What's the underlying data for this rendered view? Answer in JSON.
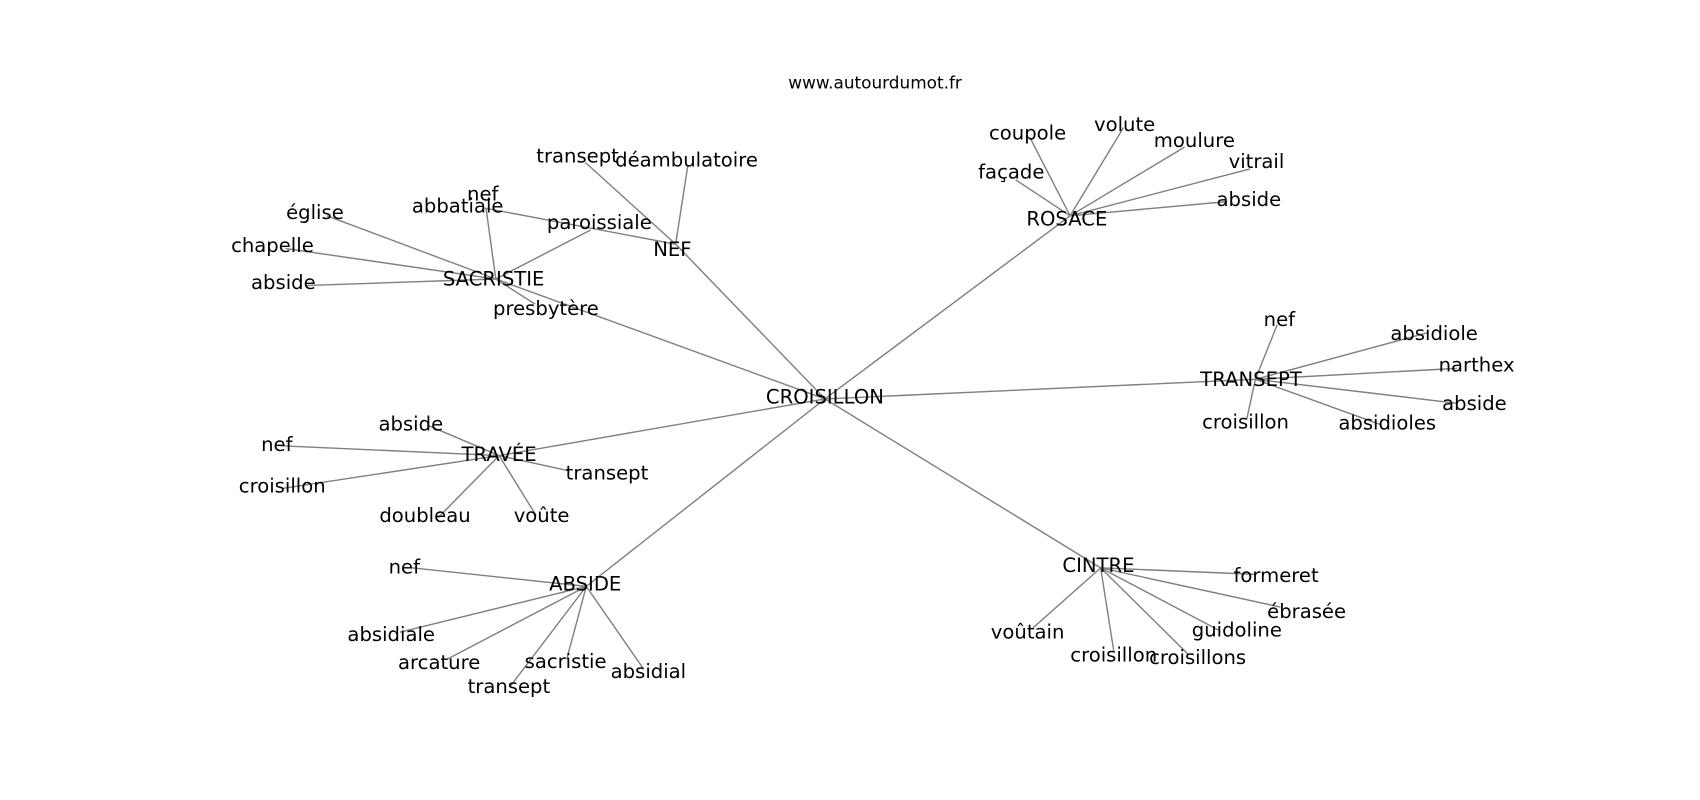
{
  "title": "www.autourdumot.fr",
  "diagram": {
    "type": "word-association-graph",
    "center": "CROISILLON",
    "colors": {
      "edge": "#808080",
      "text": "#000000",
      "background": "#ffffff"
    },
    "nodes": [
      {
        "id": "croisillon_c",
        "label": "CROISILLON"
      },
      {
        "id": "nef_h",
        "label": "NEF"
      },
      {
        "id": "rosace_h",
        "label": "ROSACE"
      },
      {
        "id": "sacristie_h",
        "label": "SACRISTIE"
      },
      {
        "id": "transept_h",
        "label": "TRANSEPT"
      },
      {
        "id": "travee_h",
        "label": "TRAVÉE"
      },
      {
        "id": "abside_h",
        "label": "ABSIDE"
      },
      {
        "id": "cintre_h",
        "label": "CINTRE"
      },
      {
        "id": "nef_transept",
        "label": "transept"
      },
      {
        "id": "nef_deambulatoire",
        "label": "déambulatoire"
      },
      {
        "id": "nef_abbatiale",
        "label": "abbatiale"
      },
      {
        "id": "sac_nef",
        "label": "nef"
      },
      {
        "id": "sac_paroissiale",
        "label": "paroissiale"
      },
      {
        "id": "sac_eglise",
        "label": "église"
      },
      {
        "id": "sac_chapelle",
        "label": "chapelle"
      },
      {
        "id": "sac_abside",
        "label": "abside"
      },
      {
        "id": "sac_presbytere",
        "label": "presbytère"
      },
      {
        "id": "ros_coupole",
        "label": "coupole"
      },
      {
        "id": "ros_volute",
        "label": "volute"
      },
      {
        "id": "ros_moulure",
        "label": "moulure"
      },
      {
        "id": "ros_facade",
        "label": "façade"
      },
      {
        "id": "ros_vitrail",
        "label": "vitrail"
      },
      {
        "id": "ros_abside",
        "label": "abside"
      },
      {
        "id": "tra_nef",
        "label": "nef"
      },
      {
        "id": "tra_absidiole",
        "label": "absidiole"
      },
      {
        "id": "tra_narthex",
        "label": "narthex"
      },
      {
        "id": "tra_abside",
        "label": "abside"
      },
      {
        "id": "tra_croisillon",
        "label": "croisillon"
      },
      {
        "id": "tra_absidioles",
        "label": "absidioles"
      },
      {
        "id": "trv_abside",
        "label": "abside"
      },
      {
        "id": "trv_nef",
        "label": "nef"
      },
      {
        "id": "trv_croisillon",
        "label": "croisillon"
      },
      {
        "id": "trv_transept",
        "label": "transept"
      },
      {
        "id": "trv_doubleau",
        "label": "doubleau"
      },
      {
        "id": "trv_voute",
        "label": "voûte"
      },
      {
        "id": "abs_nef",
        "label": "nef"
      },
      {
        "id": "abs_absidiale",
        "label": "absidiale"
      },
      {
        "id": "abs_arcature",
        "label": "arcature"
      },
      {
        "id": "abs_sacristie",
        "label": "sacristie"
      },
      {
        "id": "abs_transept",
        "label": "transept"
      },
      {
        "id": "abs_absidial",
        "label": "absidial"
      },
      {
        "id": "cin_formeret",
        "label": "formeret"
      },
      {
        "id": "cin_ebrasee",
        "label": "ébrasée"
      },
      {
        "id": "cin_guidoline",
        "label": "guidoline"
      },
      {
        "id": "cin_voutain",
        "label": "voûtain"
      },
      {
        "id": "cin_croisillon",
        "label": "croisillon"
      },
      {
        "id": "cin_croisillons",
        "label": "croisillons"
      }
    ],
    "edges": [
      [
        "croisillon_c",
        "nef_h"
      ],
      [
        "croisillon_c",
        "rosace_h"
      ],
      [
        "croisillon_c",
        "sacristie_h"
      ],
      [
        "croisillon_c",
        "transept_h"
      ],
      [
        "croisillon_c",
        "travee_h"
      ],
      [
        "croisillon_c",
        "abside_h"
      ],
      [
        "croisillon_c",
        "cintre_h"
      ],
      [
        "nef_h",
        "nef_transept"
      ],
      [
        "nef_h",
        "nef_deambulatoire"
      ],
      [
        "nef_h",
        "nef_abbatiale"
      ],
      [
        "sacristie_h",
        "sac_nef"
      ],
      [
        "sacristie_h",
        "sac_paroissiale"
      ],
      [
        "sacristie_h",
        "sac_eglise"
      ],
      [
        "sacristie_h",
        "sac_chapelle"
      ],
      [
        "sacristie_h",
        "sac_abside"
      ],
      [
        "sacristie_h",
        "sac_presbytere"
      ],
      [
        "rosace_h",
        "ros_coupole"
      ],
      [
        "rosace_h",
        "ros_volute"
      ],
      [
        "rosace_h",
        "ros_moulure"
      ],
      [
        "rosace_h",
        "ros_facade"
      ],
      [
        "rosace_h",
        "ros_vitrail"
      ],
      [
        "rosace_h",
        "ros_abside"
      ],
      [
        "transept_h",
        "tra_nef"
      ],
      [
        "transept_h",
        "tra_absidiole"
      ],
      [
        "transept_h",
        "tra_narthex"
      ],
      [
        "transept_h",
        "tra_abside"
      ],
      [
        "transept_h",
        "tra_croisillon"
      ],
      [
        "transept_h",
        "tra_absidioles"
      ],
      [
        "travee_h",
        "trv_abside"
      ],
      [
        "travee_h",
        "trv_nef"
      ],
      [
        "travee_h",
        "trv_croisillon"
      ],
      [
        "travee_h",
        "trv_transept"
      ],
      [
        "travee_h",
        "trv_doubleau"
      ],
      [
        "travee_h",
        "trv_voute"
      ],
      [
        "abside_h",
        "abs_nef"
      ],
      [
        "abside_h",
        "abs_absidiale"
      ],
      [
        "abside_h",
        "abs_arcature"
      ],
      [
        "abside_h",
        "abs_sacristie"
      ],
      [
        "abside_h",
        "abs_transept"
      ],
      [
        "abside_h",
        "abs_absidial"
      ],
      [
        "cintre_h",
        "cin_formeret"
      ],
      [
        "cintre_h",
        "cin_ebrasee"
      ],
      [
        "cintre_h",
        "cin_guidoline"
      ],
      [
        "cintre_h",
        "cin_voutain"
      ],
      [
        "cintre_h",
        "cin_croisillon"
      ],
      [
        "cintre_h",
        "cin_croisillons"
      ]
    ]
  }
}
